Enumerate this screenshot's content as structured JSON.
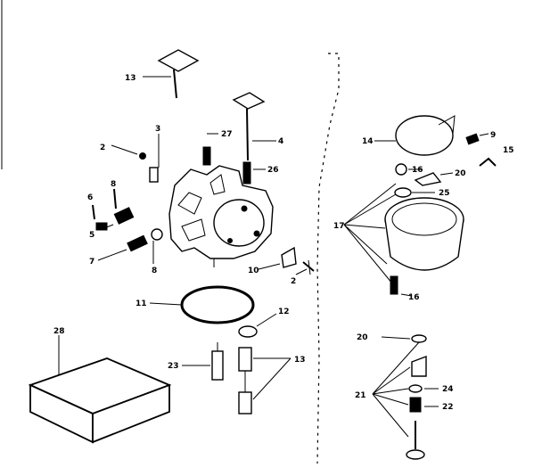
{
  "diagram": {
    "labels": {
      "p1": "13",
      "p2": "2",
      "p3": "3",
      "p4": "27",
      "p5": "4",
      "p6": "26",
      "p7": "6",
      "p8": "8",
      "p9": "5",
      "p10": "7",
      "p11": "8",
      "p12": "10",
      "p13": "2",
      "p14": "11",
      "p15": "12",
      "p16": "23",
      "p17": "13",
      "p18": "28",
      "p19": "14",
      "p20": "9",
      "p21": "15",
      "p22": "16",
      "p23": "20",
      "p24": "25",
      "p25": "17",
      "p26": "16",
      "p27": "20",
      "p28": "21",
      "p29": "24",
      "p30": "22"
    }
  }
}
